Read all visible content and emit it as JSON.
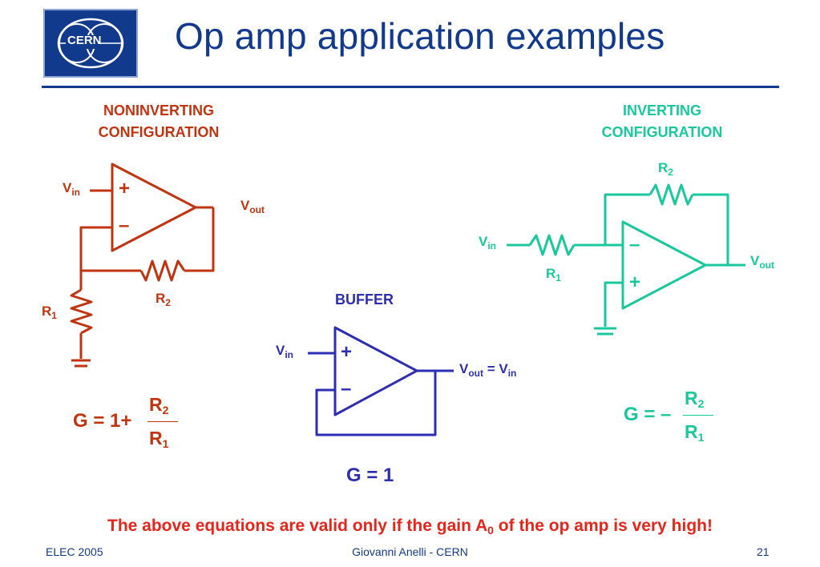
{
  "title": "Op amp application examples",
  "logo": {
    "text": "CERN"
  },
  "noninverting": {
    "header_line1": "NONINVERTING",
    "header_line2": "CONFIGURATION",
    "vin_main": "V",
    "vin_sub": "in",
    "vout_main": "V",
    "vout_sub": "out",
    "r1_main": "R",
    "r1_sub": "1",
    "r2_main": "R",
    "r2_sub": "2",
    "plus": "+",
    "minus": "–",
    "formula_prefix": "G = 1+",
    "num_main": "R",
    "num_sub": "2",
    "den_main": "R",
    "den_sub": "1",
    "color": "#c0350f"
  },
  "buffer": {
    "header": "BUFFER",
    "vin_main": "V",
    "vin_sub": "in",
    "vout_main": "V",
    "vout_sub": "out",
    "equals": " = ",
    "vin2_main": "V",
    "vin2_sub": "in",
    "plus": "+",
    "minus": "–",
    "formula": "G = 1",
    "color": "#2e2fb0"
  },
  "inverting": {
    "header_line1": "INVERTING",
    "header_line2": "CONFIGURATION",
    "vin_main": "V",
    "vin_sub": "in",
    "vout_main": "V",
    "vout_sub": "out",
    "r1_main": "R",
    "r1_sub": "1",
    "r2_main": "R",
    "r2_sub": "2",
    "plus": "+",
    "minus": "–",
    "formula_prefix": "G = –",
    "num_main": "R",
    "num_sub": "2",
    "den_main": "R",
    "den_sub": "1",
    "color": "#19c99c"
  },
  "note": {
    "before": "The above equations are valid only if the gain A",
    "sub": "0",
    "after": " of the op amp is very high!",
    "color": "#e8251b"
  },
  "footer": {
    "left": "ELEC 2005",
    "center": "Giovanni Anelli - CERN",
    "right": "21"
  },
  "colors": {
    "title": "#123a8c"
  }
}
